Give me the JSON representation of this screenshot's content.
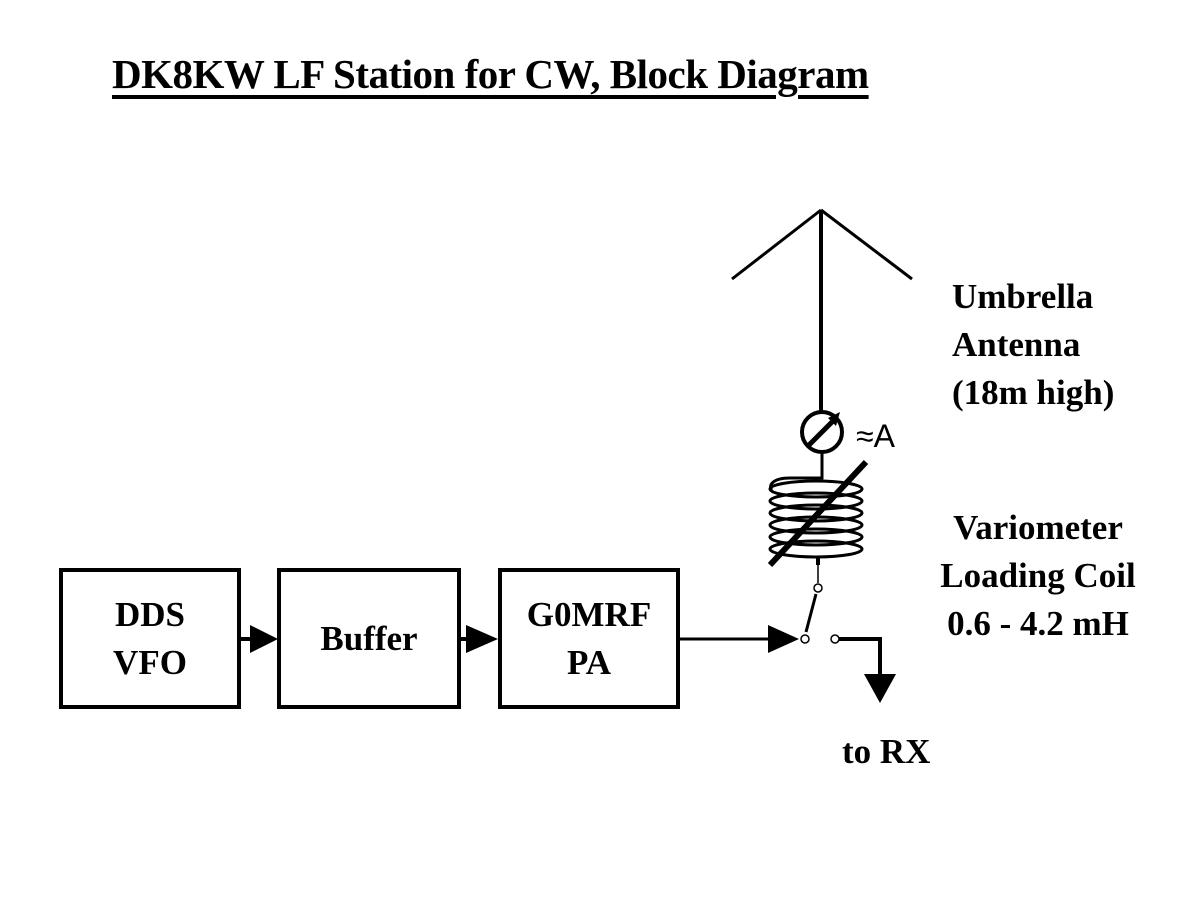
{
  "title": "DK8KW LF Station for CW, Block Diagram",
  "blocks": [
    {
      "id": "dds-vfo",
      "lines": [
        "DDS",
        "VFO"
      ]
    },
    {
      "id": "buffer",
      "lines": [
        "Buffer"
      ]
    },
    {
      "id": "pa",
      "lines": [
        "G0MRF",
        "PA"
      ]
    }
  ],
  "antenna_label": [
    "Umbrella",
    "Antenna",
    "(18m high)"
  ],
  "coil_label": [
    "Variometer",
    "Loading Coil",
    "0.6 - 4.2 mH"
  ],
  "ammeter_label": "≈A",
  "rx_label": "to RX",
  "components": {
    "antenna": "umbrella-antenna-icon",
    "ammeter": "rf-ammeter-icon",
    "coil": "variable-loading-coil-icon",
    "switch": "tx-rx-switch-icon"
  }
}
